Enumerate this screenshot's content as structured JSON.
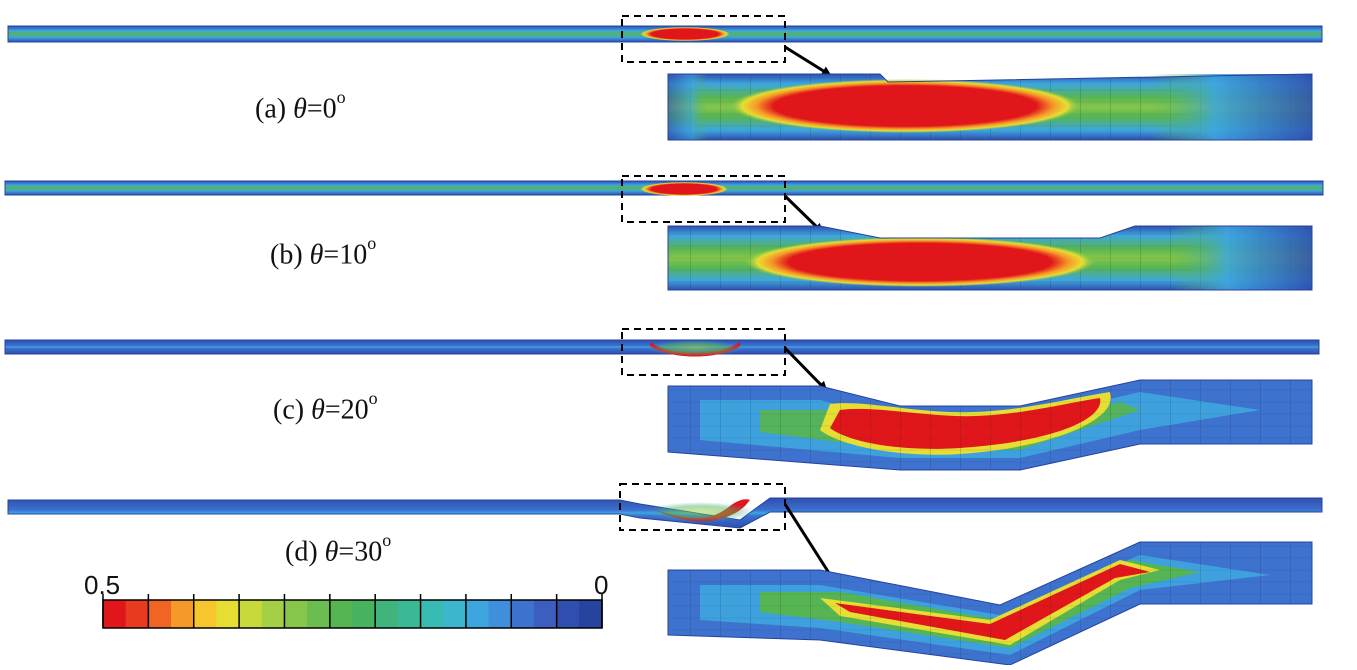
{
  "panels": [
    {
      "id": "a",
      "prefix": "(a) ",
      "symbol": "θ",
      "eq": "=",
      "angle": "0",
      "deg": "o"
    },
    {
      "id": "b",
      "prefix": "(b) ",
      "symbol": "θ",
      "eq": "=",
      "angle": "10",
      "deg": "o"
    },
    {
      "id": "c",
      "prefix": "(c) ",
      "symbol": "θ",
      "eq": "=",
      "angle": "20",
      "deg": "o"
    },
    {
      "id": "d",
      "prefix": "(d) ",
      "symbol": "θ",
      "eq": "=",
      "angle": "30",
      "deg": "o"
    }
  ],
  "colorbar": {
    "max_label": "0.5",
    "min_label": "0",
    "colors": [
      "#e0161a",
      "#e83a1e",
      "#f06424",
      "#f59a2a",
      "#f7c62e",
      "#e6de32",
      "#c7d93b",
      "#a5cf45",
      "#86c64b",
      "#6bbd4f",
      "#56b553",
      "#47b260",
      "#40b47a",
      "#3ab996",
      "#38bbb2",
      "#3bb6cc",
      "#3ea6de",
      "#3f8fdc",
      "#3d73cf",
      "#3b5ebf",
      "#2f4fae",
      "#26439e"
    ]
  },
  "colors": {
    "red": "#e0161a",
    "orange": "#f59a2a",
    "yellow": "#e6de32",
    "green": "#56b553",
    "cyan": "#3ab996",
    "lightblue": "#3ea6de",
    "blue": "#3b5ebf",
    "darkblue": "#26439e"
  }
}
